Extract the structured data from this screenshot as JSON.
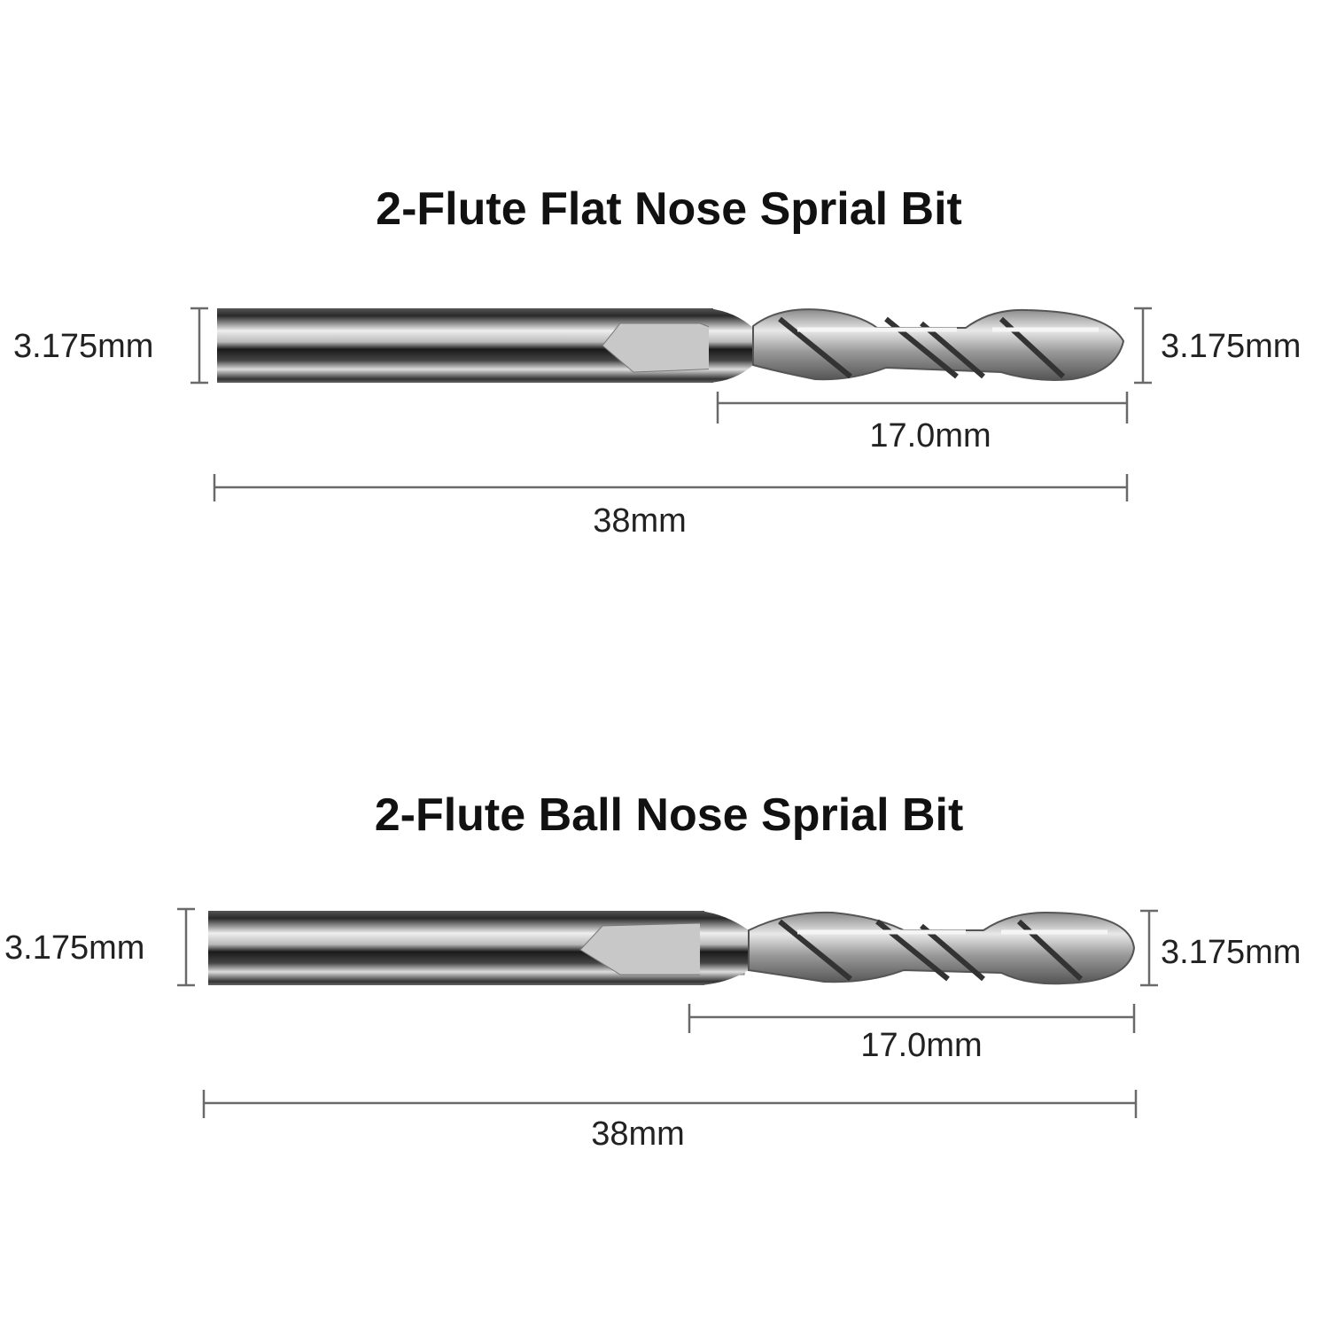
{
  "bits": [
    {
      "title": "2-Flute Flat Nose Sprial Bit",
      "shank_diameter_label": "3.175mm",
      "cutting_diameter_label": "3.175mm",
      "cutting_length_label": "17.0mm",
      "overall_length_label": "38mm"
    },
    {
      "title": "2-Flute Ball Nose Sprial Bit",
      "shank_diameter_label": "3.175mm",
      "cutting_diameter_label": "3.175mm",
      "cutting_length_label": "17.0mm",
      "overall_length_label": "38mm"
    }
  ]
}
